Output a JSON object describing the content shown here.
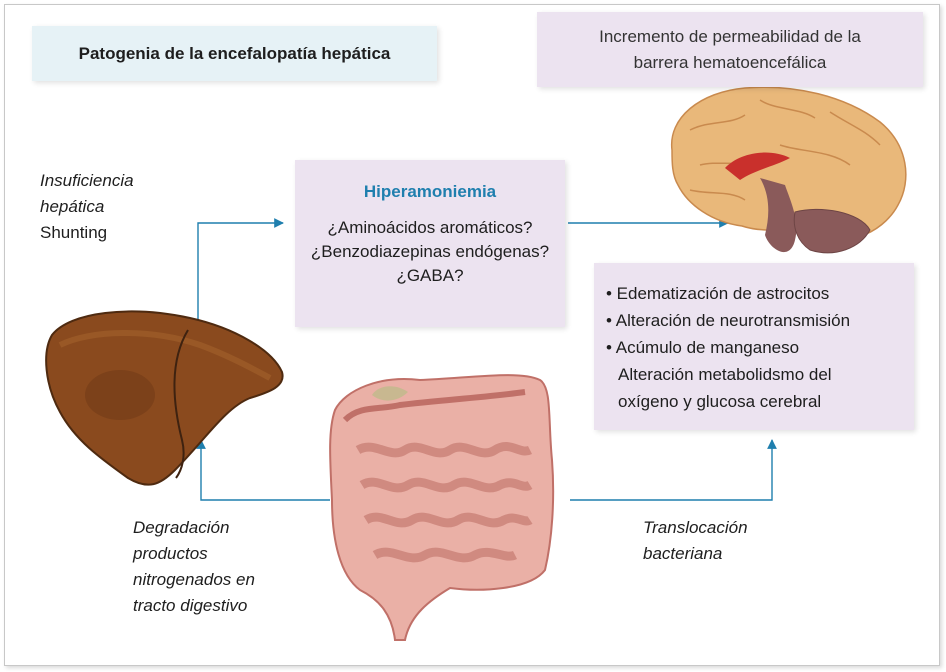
{
  "title": "Patogenia de la encefalopatía hepática",
  "permeability_box": {
    "line1": "Incremento de permeabilidad de la",
    "line2": "barrera hematoencefálica"
  },
  "hyperammonemia_box": {
    "title": "Hiperamoniemia",
    "line1": "¿Aminoácidos aromáticos?",
    "line2": "¿Benzodiazepinas endógenas?",
    "line3": "¿GABA?"
  },
  "effects_box": {
    "items": [
      "• Edematización de astrocitos",
      "• Alteración de neurotransmisión",
      "• Acúmulo de manganeso",
      "  Alteración metabolidsmo del",
      "  oxígeno y glucosa cerebral"
    ]
  },
  "left_top_label": {
    "line1": "Insuficiencia",
    "line2": "hepática",
    "line3": "Shunting"
  },
  "left_bottom_label": {
    "line1": "Degradación",
    "line2": "productos",
    "line3": "nitrogenados en",
    "line4": "tracto digestivo"
  },
  "right_bottom_label": {
    "line1": "Translocación",
    "line2": "bacteriana"
  },
  "colors": {
    "arrow": "#1f7fae",
    "liver": "#8a4a1e",
    "intestine": "#e8a8a0",
    "brain": "#e9b87a"
  }
}
